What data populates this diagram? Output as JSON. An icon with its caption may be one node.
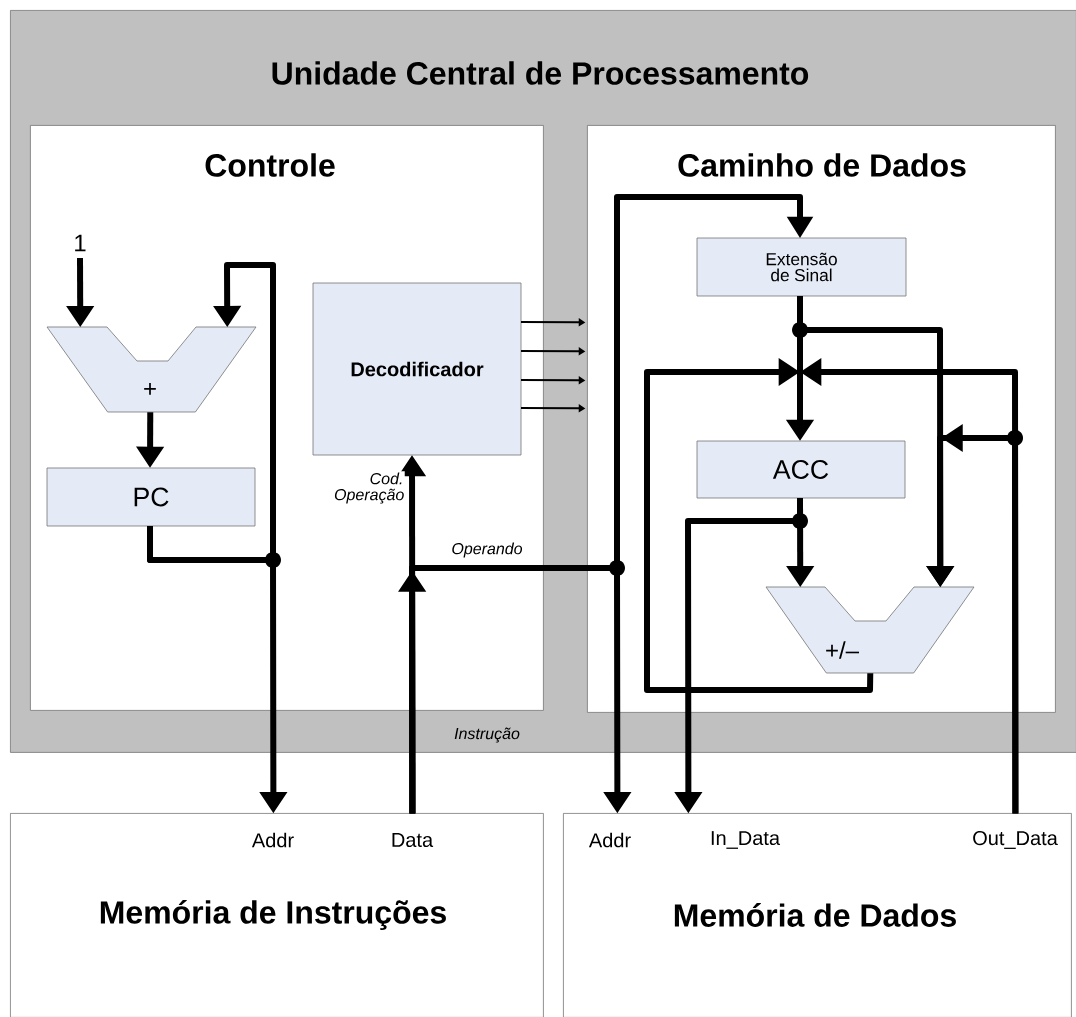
{
  "diagram": {
    "nodes": [
      {
        "text": [
          "Unidade Central de Processamento"
        ]
      },
      {
        "text": [
          "Controle"
        ],
        "in": 0
      },
      {
        "text": [
          "Caminho de Dados"
        ],
        "in": 0
      },
      {
        "text": [
          "1"
        ],
        "in": 1
      },
      {
        "text": [
          "+"
        ],
        "in": 1
      },
      {
        "text": [
          "PC"
        ],
        "in": 1
      },
      {
        "text": [
          "Decodificador"
        ],
        "in": 1
      },
      {
        "text": [
          "Extensão de Sinal"
        ],
        "in": 2
      },
      {
        "text": [
          "ACC"
        ],
        "in": 2
      },
      {
        "text": [
          "+/–"
        ],
        "in": 2
      },
      {
        "text": [
          "Addr",
          "Data",
          "Memória de Instruções"
        ]
      },
      {
        "text": [
          "Addr",
          "In_Data",
          "Out_Data",
          "Memória de Dados"
        ]
      }
    ],
    "edges": [
      {
        "from": 3,
        "to": 4,
        "arrow": "to"
      },
      {
        "from": 4,
        "to": 5,
        "arrow": "to"
      },
      {
        "from": 5,
        "to": 4,
        "arrow": "to"
      },
      {
        "from": 5,
        "to": 10,
        "arrow": "to"
      },
      {
        "from": 10,
        "to": 6,
        "arrow": "to",
        "label": "Cod. Operação"
      },
      {
        "from": 10,
        "to": 11,
        "arrow": "to",
        "label": "Operando"
      },
      {
        "from": 10,
        "to": 7,
        "arrow": "to"
      },
      {
        "from": 6,
        "to": 2,
        "arrow": "to"
      },
      {
        "from": 6,
        "to": 2,
        "arrow": "to"
      },
      {
        "from": 6,
        "to": 2,
        "arrow": "to"
      },
      {
        "from": 6,
        "to": 2,
        "arrow": "to"
      },
      {
        "from": 7,
        "to": 8,
        "arrow": "to"
      },
      {
        "from": 7,
        "to": 9,
        "arrow": "to"
      },
      {
        "from": 9,
        "to": 8,
        "arrow": "to"
      },
      {
        "from": 11,
        "to": 8,
        "arrow": "to"
      },
      {
        "from": 11,
        "to": 9,
        "arrow": "to"
      },
      {
        "from": 8,
        "to": 9,
        "arrow": "to"
      },
      {
        "from": 8,
        "to": 11,
        "arrow": "to"
      }
    ],
    "labels": [
      "Instrução"
    ]
  }
}
